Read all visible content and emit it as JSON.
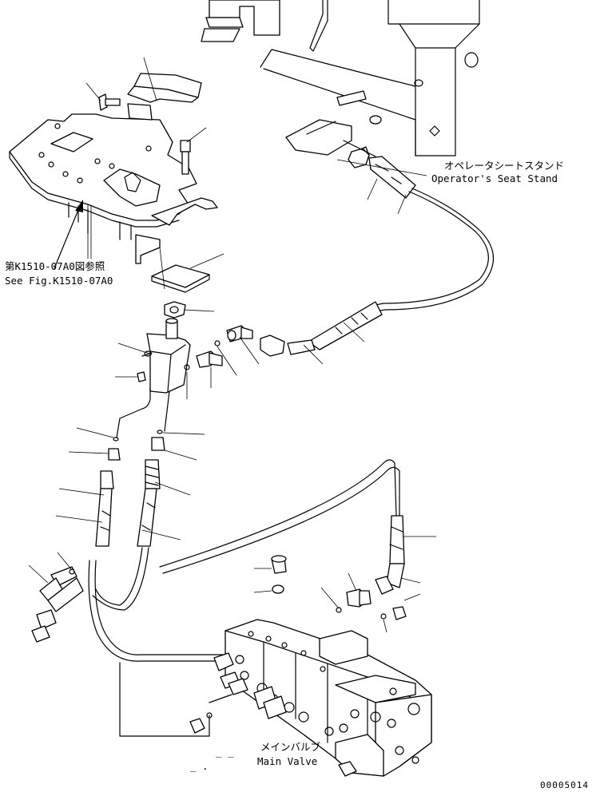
{
  "callouts": {
    "operator_seat_stand_jp": "オペレータシートスタンド",
    "operator_seat_stand_en": "Operator's Seat Stand",
    "see_fig_jp": "第K1510-07A0図参照",
    "see_fig_en": "See Fig.K1510-07A0",
    "main_valve_jp": "メインバルブ",
    "main_valve_en": "Main Valve"
  },
  "placeholders": {
    "upper": "_ _",
    "lower": "_ ."
  },
  "drawing_number": "00005014"
}
